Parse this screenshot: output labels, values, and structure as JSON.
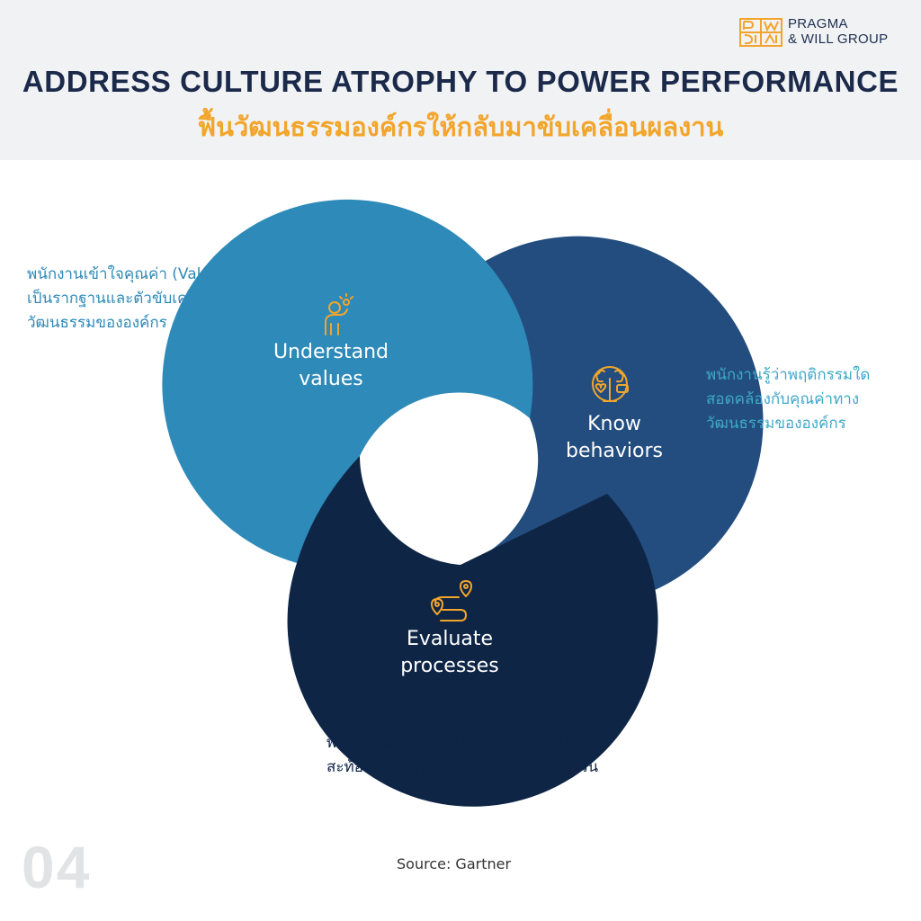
{
  "brand": {
    "logo_mark_text": "P&W",
    "name_line1": "PRAGMA",
    "name_line2": "& WILL GROUP"
  },
  "header": {
    "title_en": "ADDRESS CULTURE ATROPHY TO POWER PERFORMANCE",
    "title_th": "ฟื้นวัฒนธรรมองค์กรให้กลับมาขับเคลื่อนผลงาน"
  },
  "diagram": {
    "segments": [
      {
        "label_line1": "Understand",
        "label_line2": "values",
        "color": "#2e8ab8",
        "icon": "person-idea-icon",
        "description": [
          "พนักงานเข้าใจคุณค่า (Values) ที่",
          "เป็นรากฐานและตัวขับเคลื่อน",
          "วัฒนธรรมขององค์กร"
        ],
        "description_color": "#2e8ab8"
      },
      {
        "label_line1": "Know",
        "label_line2": "behaviors",
        "color": "#234d7e",
        "icon": "brain-heart-icon",
        "description": [
          "พนักงานรู้ว่าพฤติกรรมใด",
          "สอดคล้องกับคุณค่าทาง",
          "วัฒนธรรมขององค์กร"
        ],
        "description_color": "#3fa9c8"
      },
      {
        "label_line1": "Evaluate",
        "label_line2": "processes",
        "color": "#0e2546",
        "icon": "route-pin-icon",
        "description": [
          "พนักงานมองเห็นคุณค่าขององค์กร และ",
          "สะท้อนอยู่ในกระบวนการทำงานประจำวัน"
        ],
        "description_color": "#0e2546"
      }
    ],
    "accent_color": "#f2a52a"
  },
  "footer": {
    "page_number": "04",
    "source": "Source: Gartner"
  }
}
